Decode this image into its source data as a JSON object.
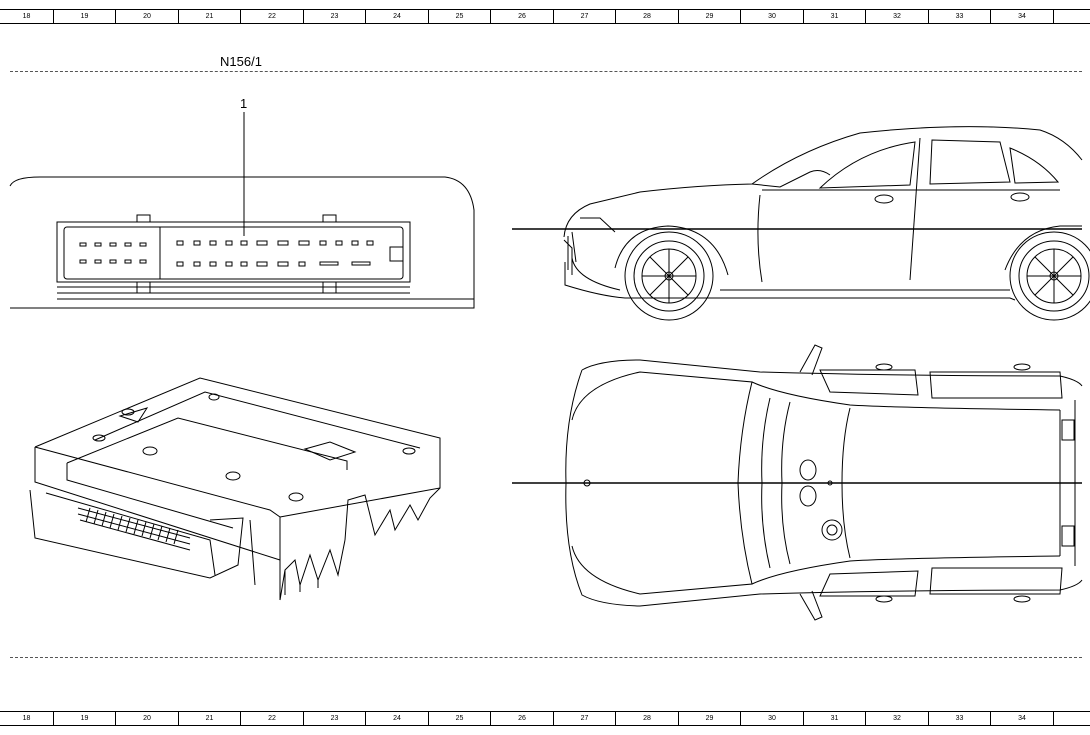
{
  "ruler": {
    "numbers": [
      "18",
      "19",
      "20",
      "21",
      "22",
      "23",
      "24",
      "25",
      "26",
      "27",
      "28",
      "29",
      "30",
      "31",
      "32",
      "33",
      "34"
    ]
  },
  "component": {
    "code": "N156/1"
  },
  "callout": {
    "number": "1"
  }
}
